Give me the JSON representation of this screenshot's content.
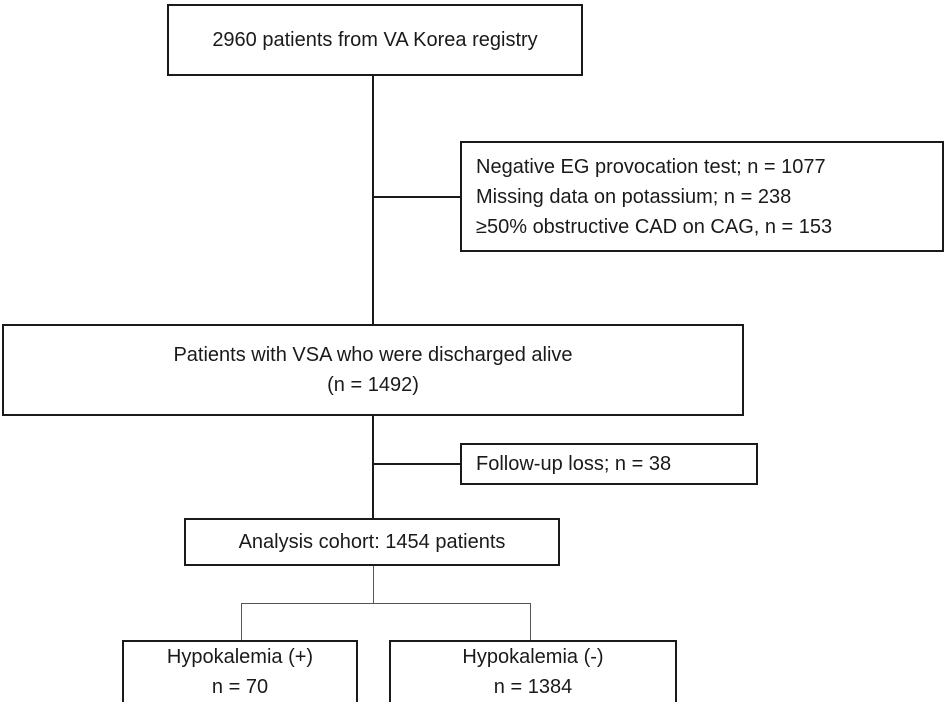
{
  "flowchart": {
    "registry_box": "2960 patients  from VA Korea  registry",
    "exclusion_box": [
      "Negative  EG provocation  test;  n = 1077",
      "Missing  data  on  potassium;  n = 238",
      "≥50%  obstructive  CAD on CAG,  n = 153"
    ],
    "vsa_box": [
      "Patients  with  VSA who were discharged  alive",
      "(n = 1492)"
    ],
    "followup_box": "Follow-up  loss;  n = 38",
    "cohort_box": "Analysis  cohort:  1454  patients",
    "hypo_pos_box": [
      "Hypokalemia  (+)",
      "n = 70"
    ],
    "hypo_neg_box": [
      "Hypokalemia  (-)",
      "n = 1384"
    ]
  }
}
